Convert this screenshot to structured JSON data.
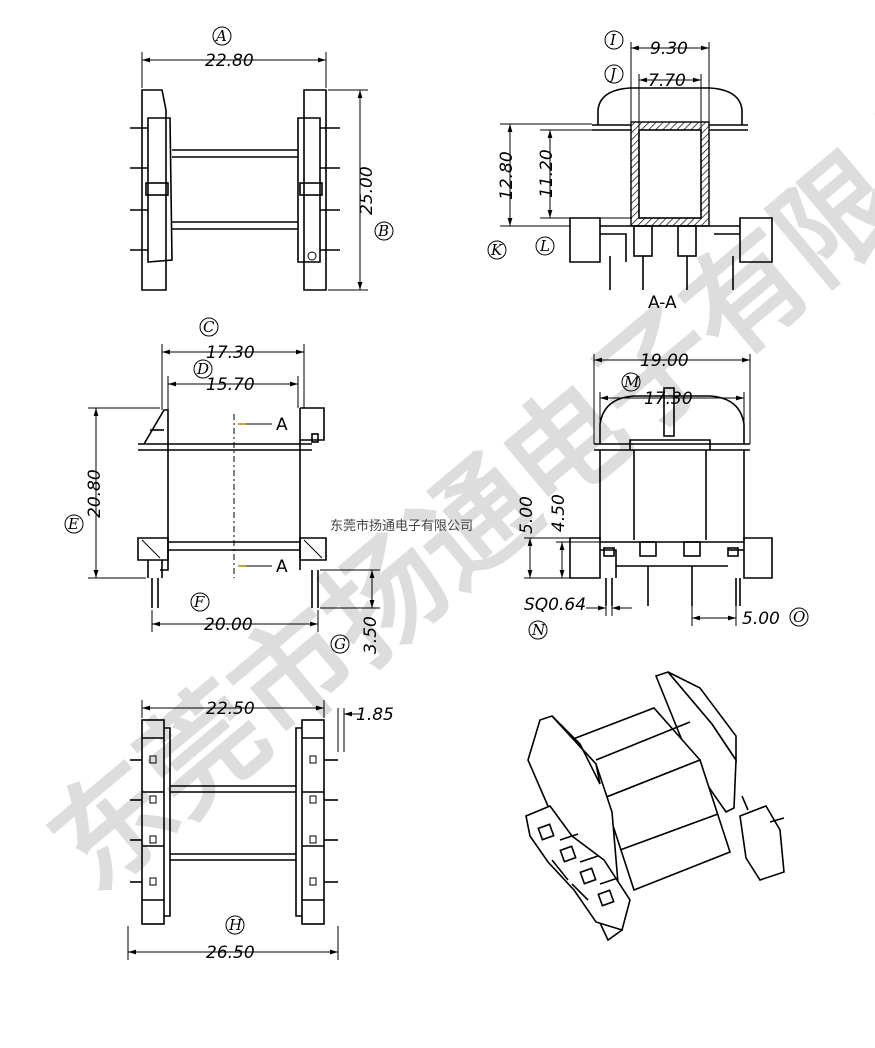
{
  "dimensions": {
    "A": "22.80",
    "B": "25.00",
    "C": "17.30",
    "D": "15.70",
    "E": "20.80",
    "F": "20.00",
    "G": "3.50",
    "H": "26.50",
    "H_inner": "22.50",
    "H_offset": "1.85",
    "I": "9.30",
    "J": "7.70",
    "K": "12.80",
    "L": "11.20",
    "M_outer": "19.00",
    "M": "17.30",
    "pin_h1": "5.00",
    "pin_h2": "4.50",
    "N": "SQ0.64",
    "O": "5.00"
  },
  "labels": {
    "A": "A",
    "B": "B",
    "C": "C",
    "D": "D",
    "E": "E",
    "F": "F",
    "G": "G",
    "H": "H",
    "I": "I",
    "J": "J",
    "K": "K",
    "L": "L",
    "M": "M",
    "N": "N",
    "O": "O"
  },
  "section": {
    "marker_top": "A",
    "marker_bottom": "A",
    "caption": "A-A"
  },
  "watermark": {
    "large": "东莞市扬通电子有限公司",
    "small": "东莞市扬通电子有限公司"
  }
}
